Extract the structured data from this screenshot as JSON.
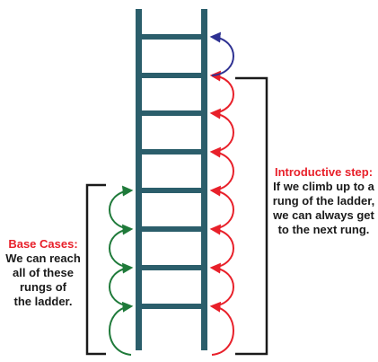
{
  "base_cases": {
    "title": "Base Cases:",
    "lines": [
      "We can reach",
      "all of these",
      "rungs of",
      "the ladder."
    ]
  },
  "inductive_step": {
    "title": "Introductive step:",
    "lines": [
      "If we climb up to a",
      "rung of the ladder,",
      "we can always get",
      "to the next rung."
    ]
  },
  "colors": {
    "ladder": "#2b5e6b",
    "base_arrow": "#1f7a3a",
    "inductive_arrow": "#e8202a",
    "top_arrow": "#2e3192",
    "bracket": "#1a1a1a"
  },
  "ladder": {
    "rung_count": 8
  },
  "arrows": {
    "base_count": 4,
    "inductive_count": 7,
    "top_count": 1
  }
}
